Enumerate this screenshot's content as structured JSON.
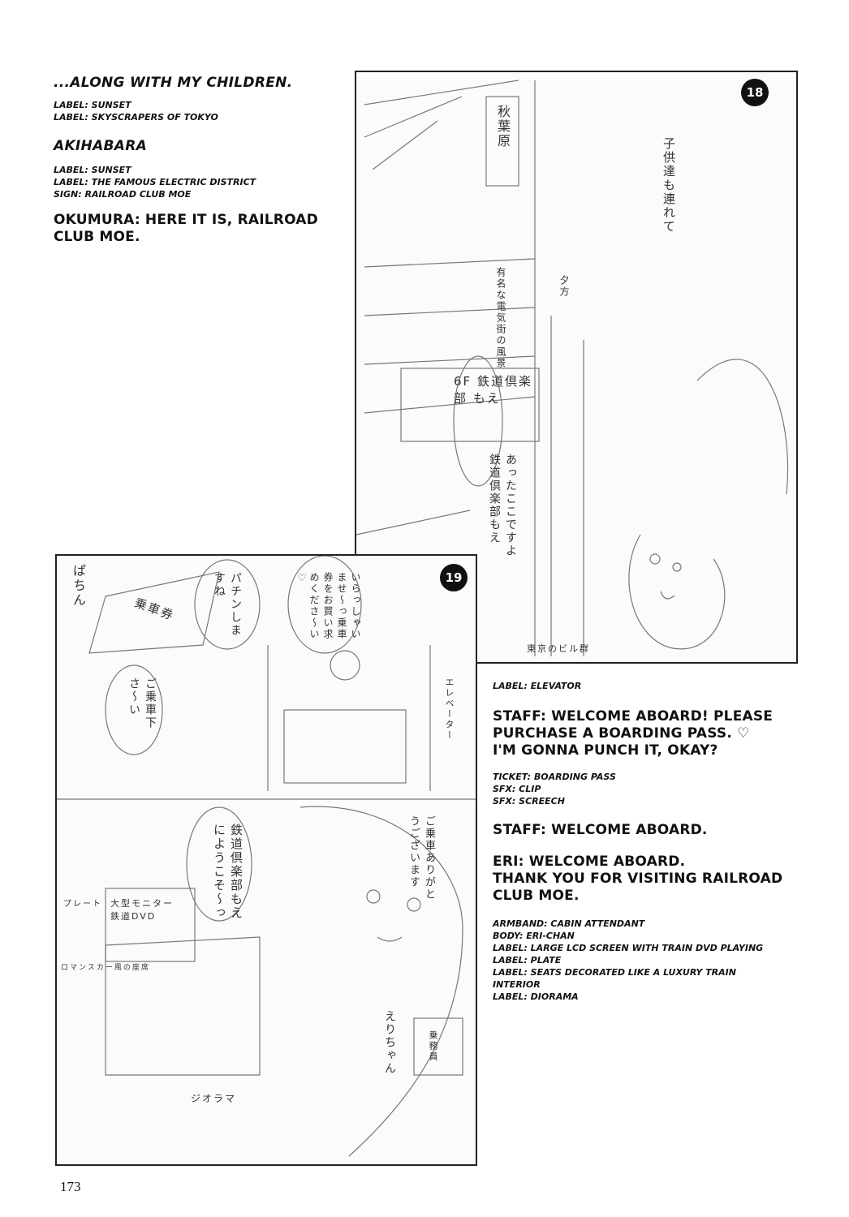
{
  "left_captions": {
    "line1": "...ALONG WITH MY CHILDREN.",
    "labels1": [
      "LABEL: SUNSET",
      "LABEL: SKYSCRAPERS OF TOKYO"
    ],
    "heading2": "AKIHABARA",
    "labels2": [
      "LABEL: SUNSET",
      "LABEL: THE FAMOUS ELECTRIC DISTRICT",
      "SIGN: RAILROAD CLUB MOE"
    ],
    "dialogue1": [
      "OKUMURA: HERE IT IS, RAILROAD",
      "CLUB MOE."
    ]
  },
  "right_captions": {
    "label_elevator": "LABEL: ELEVATOR",
    "staff1": [
      "STAFF: WELCOME ABOARD! PLEASE",
      "PURCHASE A BOARDING PASS. ♡",
      "I'M GONNA PUNCH IT, OKAY?"
    ],
    "labels_ticket": [
      "TICKET: BOARDING PASS",
      "SFX: CLIP",
      "SFX: SCREECH"
    ],
    "staff2": "STAFF: WELCOME ABOARD.",
    "eri": [
      "ERI: WELCOME ABOARD.",
      "THANK YOU FOR VISITING RAILROAD",
      "CLUB MOE."
    ],
    "labels_final": [
      "ARMBAND: CABIN ATTENDANT",
      "BODY: ERI-CHAN",
      "LABEL: LARGE LCD SCREEN WITH TRAIN DVD PLAYING",
      "LABEL: PLATE",
      "LABEL: SEATS DECORATED LIKE A LUXURY TRAIN",
      "INTERIOR",
      "LABEL: DIORAMA"
    ]
  },
  "panel18": {
    "number": "18",
    "jp_sign": "秋葉原",
    "jp_children": "子供達も連れて",
    "jp_sunset": "夕方",
    "jp_famous": "有名な電気街の風景",
    "jp_shop_sign": "6F 鉄道倶楽部 もえ",
    "jp_bubble": "あったここですよ鉄道倶楽部もえ",
    "jp_buildings": "東京のビル群"
  },
  "panel19": {
    "number": "19",
    "jp_pachin": "パチンしますね",
    "jp_welcome": "いらっしゃいませ〜っ乗車券をお買い求めくださ〜い♡",
    "jp_ticket": "乗車券",
    "jp_sfx": "ぱちん",
    "jp_gojousha": "ご乗車下さ〜い",
    "jp_elevator": "エレベーター",
    "jp_eri_bubble": "ご乗車ありがとうございます",
    "jp_club": "鉄道倶楽部もえにようこそ〜っ",
    "jp_lcd": "大型モニター 鉄道DVD",
    "jp_plate": "プレート",
    "jp_diorama": "ジオラマ",
    "jp_eri": "えりちゃん",
    "jp_armband": "乗務員",
    "jp_seats": "ロマンスカー風の座席"
  },
  "page_number": "173"
}
